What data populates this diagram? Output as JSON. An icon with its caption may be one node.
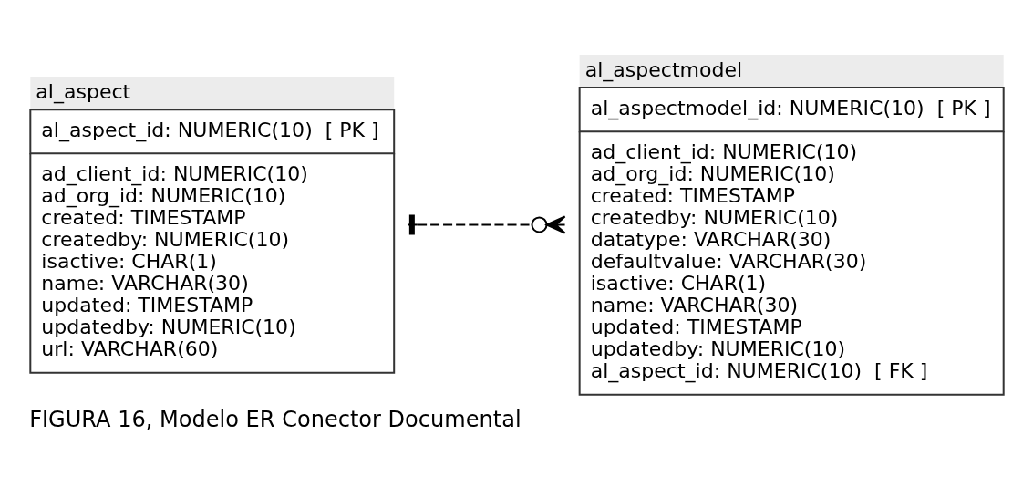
{
  "diagram": {
    "caption": "FIGURA 16, Modelo ER Conector Documental",
    "nodes": [
      {
        "text": [
          "al_aspect",
          "al_aspect_id: NUMERIC(10)  [ PK ]",
          "ad_client_id: NUMERIC(10)",
          "ad_org_id: NUMERIC(10)",
          "created: TIMESTAMP",
          "createdby: NUMERIC(10)",
          "isactive: CHAR(1)",
          "name: VARCHAR(30)",
          "updated: TIMESTAMP",
          "updatedby: NUMERIC(10)",
          "url: VARCHAR(60)"
        ]
      },
      {
        "text": [
          "al_aspectmodel",
          "al_aspectmodel_id: NUMERIC(10)  [ PK ]",
          "ad_client_id: NUMERIC(10)",
          "ad_org_id: NUMERIC(10)",
          "created: TIMESTAMP",
          "createdby: NUMERIC(10)",
          "datatype: VARCHAR(30)",
          "defaultvalue: VARCHAR(30)",
          "isactive: CHAR(1)",
          "name: VARCHAR(30)",
          "updated: TIMESTAMP",
          "updatedby: NUMERIC(10)",
          "al_aspect_id: NUMERIC(10)  [ FK ]"
        ]
      }
    ],
    "edges": [
      {
        "from": 0,
        "to": 1,
        "arrow": "other",
        "style": "dashed"
      }
    ]
  }
}
